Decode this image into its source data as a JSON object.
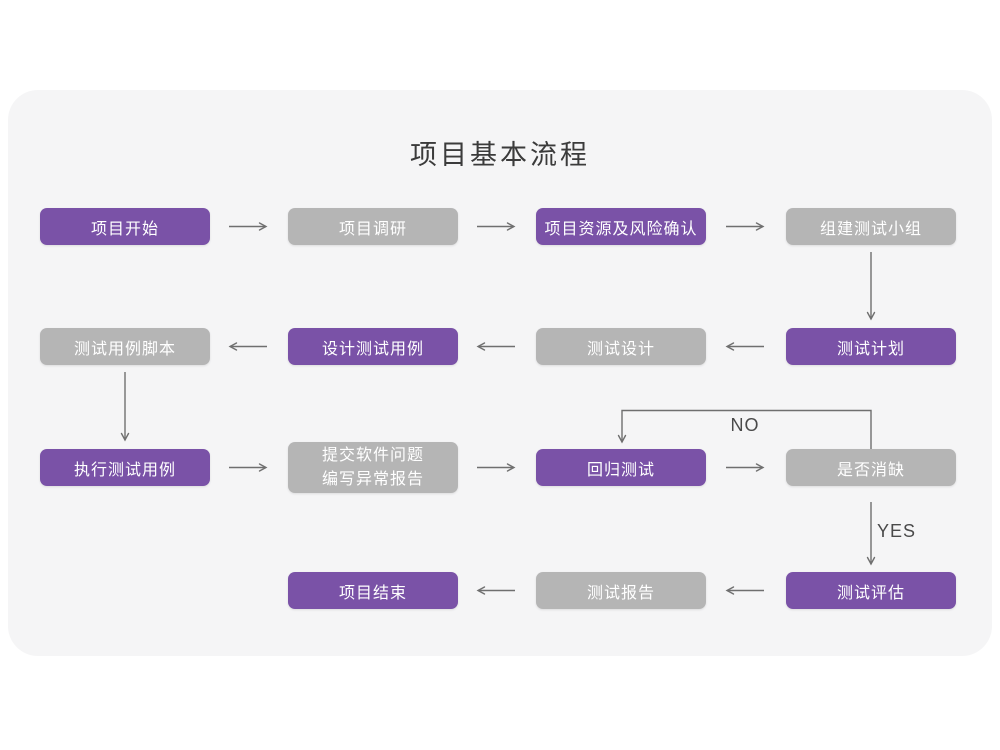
{
  "title": "项目基本流程",
  "colors": {
    "node_purple": "#7a52a7",
    "node_gray": "#b5b5b5",
    "node_text": "#ffffff",
    "card_background": "#f5f5f6",
    "page_background": "#ffffff",
    "arrow_line": "#6f6f6f",
    "edge_label_text": "#4a4a4a",
    "title_text": "#3b3b3b"
  },
  "labels": {
    "no": "NO",
    "yes": "YES"
  },
  "nodes": [
    {
      "id": "project-start",
      "label": "项目开始",
      "variant": "purple"
    },
    {
      "id": "project-research",
      "label": "项目调研",
      "variant": "gray"
    },
    {
      "id": "resource-risk-confirm",
      "label": "项目资源及风险确认",
      "variant": "purple"
    },
    {
      "id": "build-test-team",
      "label": "组建测试小组",
      "variant": "gray"
    },
    {
      "id": "test-plan",
      "label": "测试计划",
      "variant": "purple"
    },
    {
      "id": "test-design",
      "label": "测试设计",
      "variant": "gray"
    },
    {
      "id": "design-test-cases",
      "label": "设计测试用例",
      "variant": "purple"
    },
    {
      "id": "test-case-script",
      "label": "测试用例脚本",
      "variant": "gray"
    },
    {
      "id": "execute-test-cases",
      "label": "执行测试用例",
      "variant": "purple"
    },
    {
      "id": "submit-issues-report",
      "label": "提交软件问题\n编写异常报告",
      "variant": "gray"
    },
    {
      "id": "regression-test",
      "label": "回归测试",
      "variant": "purple"
    },
    {
      "id": "defect-resolved",
      "label": "是否消缺",
      "variant": "gray"
    },
    {
      "id": "test-evaluation",
      "label": "测试评估",
      "variant": "purple"
    },
    {
      "id": "test-report",
      "label": "测试报告",
      "variant": "gray"
    },
    {
      "id": "project-end",
      "label": "项目结束",
      "variant": "purple"
    }
  ],
  "edges": [
    {
      "from": "项目开始",
      "to": "项目调研"
    },
    {
      "from": "项目调研",
      "to": "项目资源及风险确认"
    },
    {
      "from": "项目资源及风险确认",
      "to": "组建测试小组"
    },
    {
      "from": "组建测试小组",
      "to": "测试计划"
    },
    {
      "from": "测试计划",
      "to": "测试设计"
    },
    {
      "from": "测试设计",
      "to": "设计测试用例"
    },
    {
      "from": "设计测试用例",
      "to": "测试用例脚本"
    },
    {
      "from": "测试用例脚本",
      "to": "执行测试用例"
    },
    {
      "from": "执行测试用例",
      "to": "提交软件问题 编写异常报告"
    },
    {
      "from": "提交软件问题 编写异常报告",
      "to": "回归测试"
    },
    {
      "from": "回归测试",
      "to": "是否消缺"
    },
    {
      "from": "是否消缺",
      "to": "回归测试",
      "label": "NO"
    },
    {
      "from": "是否消缺",
      "to": "测试评估",
      "label": "YES"
    },
    {
      "from": "测试评估",
      "to": "测试报告"
    },
    {
      "from": "测试报告",
      "to": "项目结束"
    }
  ]
}
